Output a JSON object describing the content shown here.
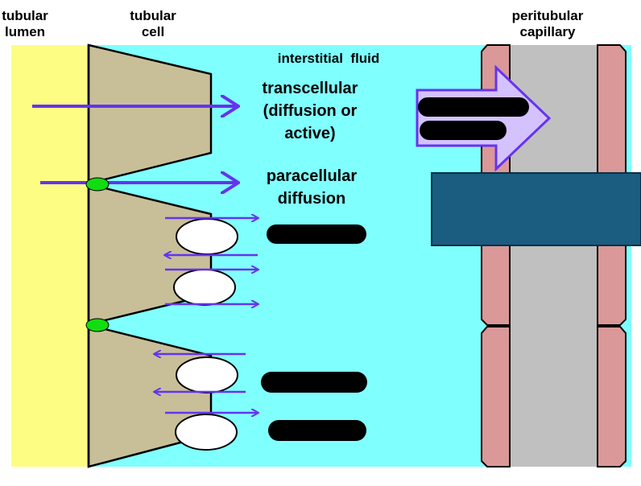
{
  "headers": {
    "lumen_line1": "tubular",
    "lumen_line2": "lumen",
    "cell_line1": "tubular",
    "cell_line2": "cell",
    "interstitial": "interstitial  fluid",
    "capillary_line1": "peritubular",
    "capillary_line2": "capillary"
  },
  "labels": {
    "transcellular_line1": "transcellular",
    "transcellular_line2": "(diffusion or",
    "transcellular_line3": "active)",
    "paracellular_line1": "paracellular",
    "paracellular_line2": "diffusion"
  },
  "colors": {
    "lumen": "#fdfd84",
    "interstitial": "#80ffff",
    "cell": "#c8bf99",
    "capillary_wall": "#da9898",
    "capillary_lumen": "#c0c0c0",
    "arrow": "#6633ee",
    "big_arrow_fill": "#d4c2ff",
    "tight_junction": "#11dd11",
    "overlay_box": "#1a5d80",
    "redaction": "#000000"
  }
}
